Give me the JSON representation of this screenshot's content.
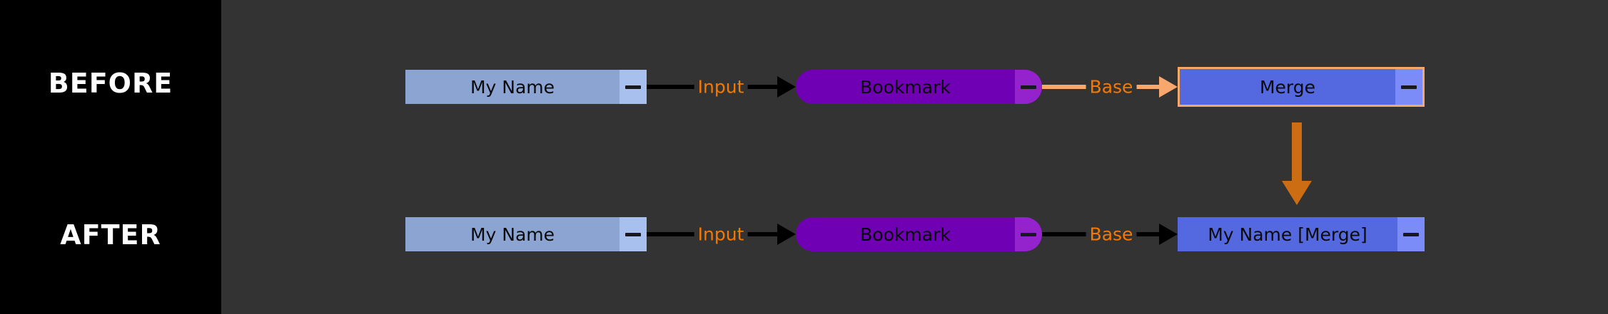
{
  "panel": {
    "before_label": "BEFORE",
    "after_label": "AFTER"
  },
  "colors": {
    "panel_background": "#000000",
    "canvas_background": "#333333",
    "node_periwinkle": "#8ba4d2",
    "node_periwinkle_socket": "#a8c0ee",
    "node_purple": "#7000b4",
    "node_purple_socket": "#9422cd",
    "node_blue": "#5468e0",
    "node_blue_socket": "#7b8cf8",
    "highlight_border": "#f3a96a",
    "edge_dark": "#000000",
    "edge_salmon": "#f8a76d",
    "edge_label_text": "#f57900",
    "transition_arrow": "#cc6d13",
    "node_text": "#0a0a0a"
  },
  "graph": {
    "before_row": {
      "nodes": [
        {
          "title": "My Name",
          "socket_icon": "minus-icon",
          "style": "periwinkle",
          "highlighted": false
        },
        {
          "title": "Bookmark",
          "socket_icon": "minus-icon",
          "style": "purple",
          "highlighted": false
        },
        {
          "title": "Merge",
          "socket_icon": "minus-icon",
          "style": "blue",
          "highlighted": true
        }
      ],
      "edges": [
        {
          "label": "Input",
          "style": "dark"
        },
        {
          "label": "Base",
          "style": "salmon"
        }
      ]
    },
    "after_row": {
      "nodes": [
        {
          "title": "My Name",
          "socket_icon": "minus-icon",
          "style": "periwinkle",
          "highlighted": false
        },
        {
          "title": "Bookmark",
          "socket_icon": "minus-icon",
          "style": "purple",
          "highlighted": false
        },
        {
          "title": "My Name [Merge]",
          "socket_icon": "minus-icon",
          "style": "blue",
          "highlighted": false
        }
      ],
      "edges": [
        {
          "label": "Input",
          "style": "dark"
        },
        {
          "label": "Base",
          "style": "dark"
        }
      ]
    },
    "transition": {
      "icon": "arrow-down-icon"
    }
  }
}
